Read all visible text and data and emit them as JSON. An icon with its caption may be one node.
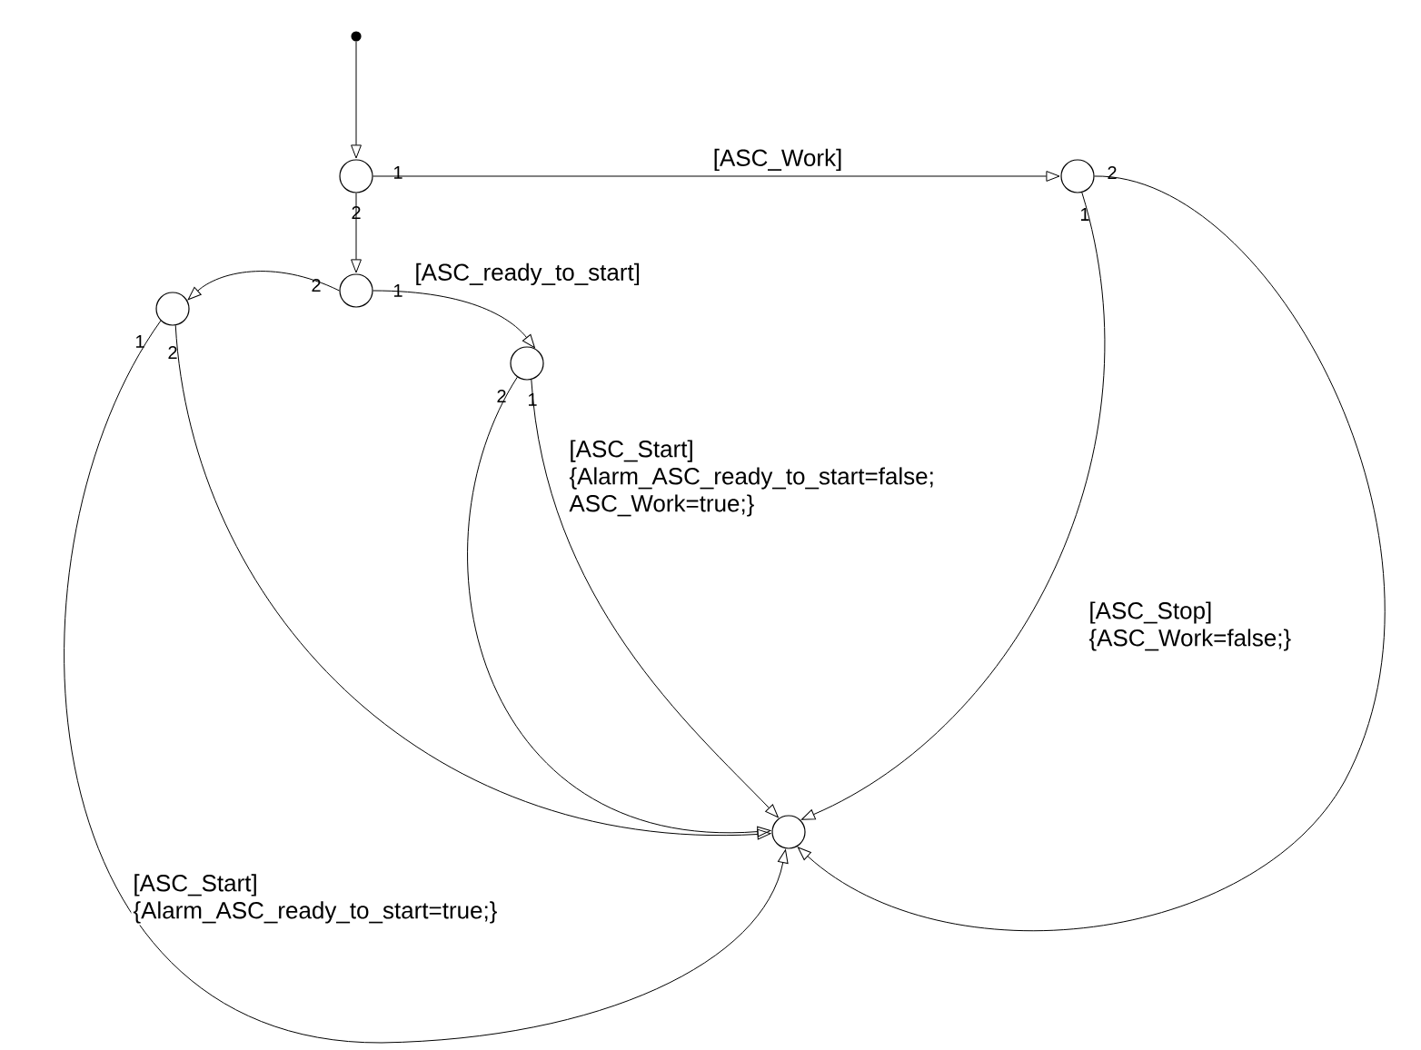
{
  "diagram": {
    "nodes": [
      {
        "text": [],
        "shape": "circle",
        "beside": [
          "1",
          "2"
        ]
      },
      {
        "text": [],
        "shape": "circle",
        "beside": [
          "2",
          "1"
        ]
      },
      {
        "text": [],
        "shape": "circle",
        "beside": [
          "1",
          "2"
        ]
      },
      {
        "text": [],
        "shape": "circle",
        "beside": [
          "2",
          "1"
        ]
      },
      {
        "text": [],
        "shape": "circle",
        "beside": [
          "2",
          "1"
        ]
      },
      {
        "text": [],
        "shape": "circle"
      },
      {
        "text": [],
        "shape": "dot"
      }
    ],
    "edges": [
      {
        "from": 6,
        "to": 0,
        "arrow": "to"
      },
      {
        "from": 0,
        "to": 4,
        "arrow": "to",
        "label": "[ASC_Work]"
      },
      {
        "from": 0,
        "to": 1,
        "arrow": "to"
      },
      {
        "from": 1,
        "to": 3,
        "arrow": "to",
        "label": "[ASC_ready_to_start]"
      },
      {
        "from": 1,
        "to": 2,
        "arrow": "to"
      },
      {
        "from": 3,
        "to": 5,
        "arrow": "to",
        "label": "[ASC_Start] {Alarm_ASC_ready_to_start=false; ASC_Work=true;}"
      },
      {
        "from": 3,
        "to": 5,
        "arrow": "to"
      },
      {
        "from": 2,
        "to": 5,
        "arrow": "to"
      },
      {
        "from": 2,
        "to": 5,
        "arrow": "to",
        "label": "[ASC_Start] {Alarm_ASC_ready_to_start=true;}"
      },
      {
        "from": 4,
        "to": 5,
        "arrow": "to",
        "label": "[ASC_Stop] {ASC_Work=false;}"
      },
      {
        "from": 4,
        "to": 5,
        "arrow": "to"
      }
    ]
  }
}
